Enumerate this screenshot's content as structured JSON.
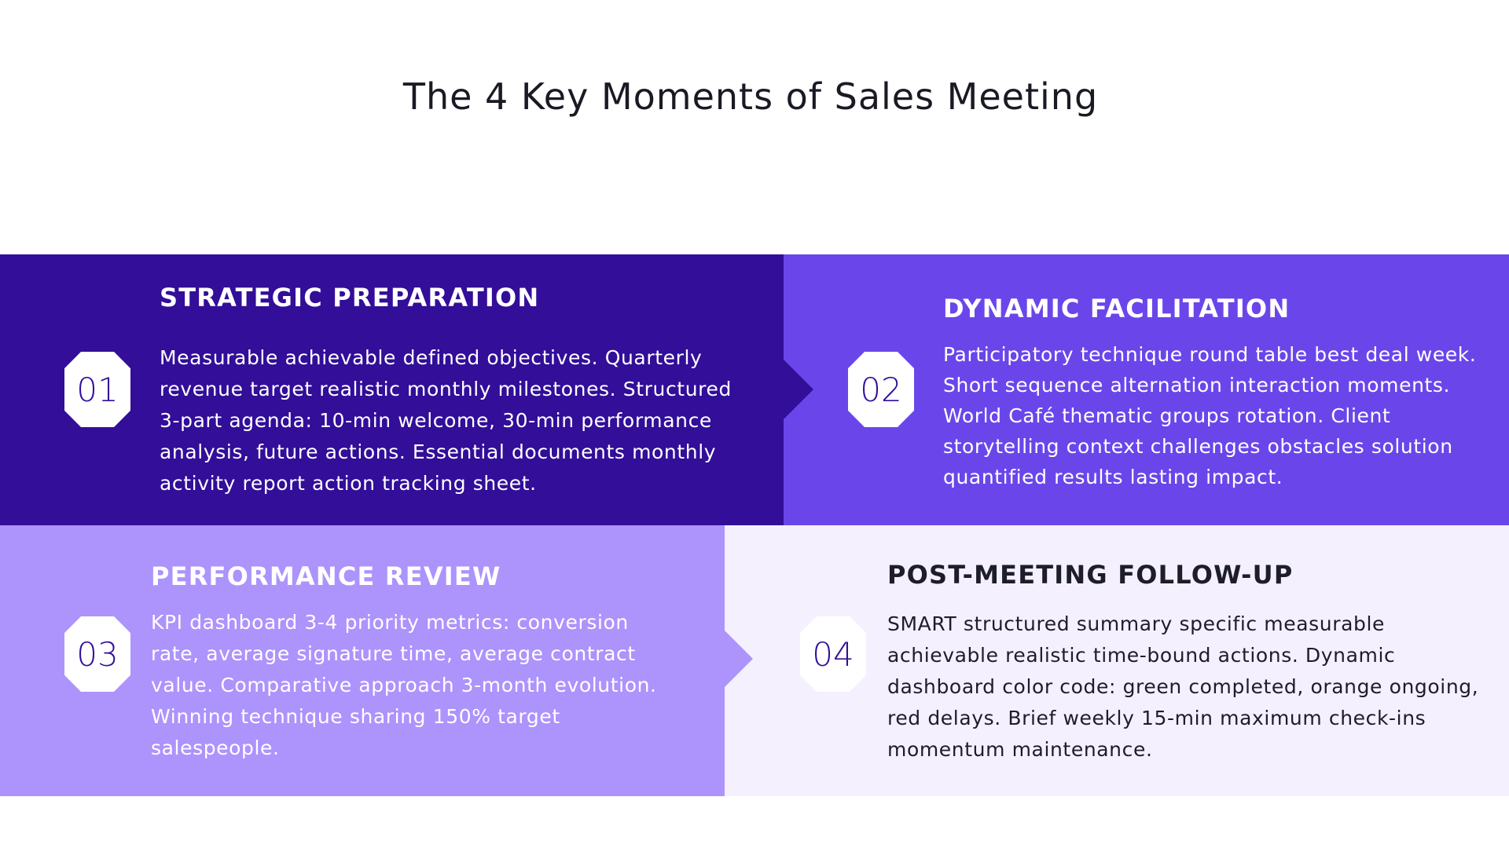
{
  "title": "The 4 Key Moments of Sales Meeting",
  "colors": {
    "step1_bg": "#320e99",
    "step2_bg": "#6a46ea",
    "step3_bg": "#ad93fc",
    "step4_bg": "#f5f0fd"
  },
  "steps": [
    {
      "number": "01",
      "heading": "STRATEGIC PREPARATION",
      "lines": [
        "Measurable achievable defined objectives. Quarterly",
        "revenue target realistic monthly milestones. Structured",
        "3-part agenda: 10-min welcome, 30-min performance",
        "analysis, future actions. Essential documents monthly",
        "activity report action tracking sheet."
      ]
    },
    {
      "number": "02",
      "heading": "DYNAMIC FACILITATION",
      "lines": [
        "Participatory technique round table best deal week.",
        "Short sequence alternation interaction moments.",
        "World Café thematic groups rotation. Client",
        "storytelling context challenges obstacles solution",
        "quantified results lasting impact."
      ]
    },
    {
      "number": "03",
      "heading": "PERFORMANCE REVIEW",
      "lines": [
        "KPI dashboard 3-4 priority metrics: conversion",
        "rate, average signature time, average contract",
        "value. Comparative approach 3-month evolution.",
        "Winning technique sharing 150% target",
        "salespeople."
      ]
    },
    {
      "number": "04",
      "heading": "POST-MEETING FOLLOW-UP",
      "lines": [
        "SMART structured summary specific measurable",
        "achievable realistic time-bound actions. Dynamic",
        "dashboard color code: green completed, orange ongoing,",
        "red delays. Brief weekly 15-min maximum check-ins",
        "momentum maintenance."
      ]
    }
  ]
}
